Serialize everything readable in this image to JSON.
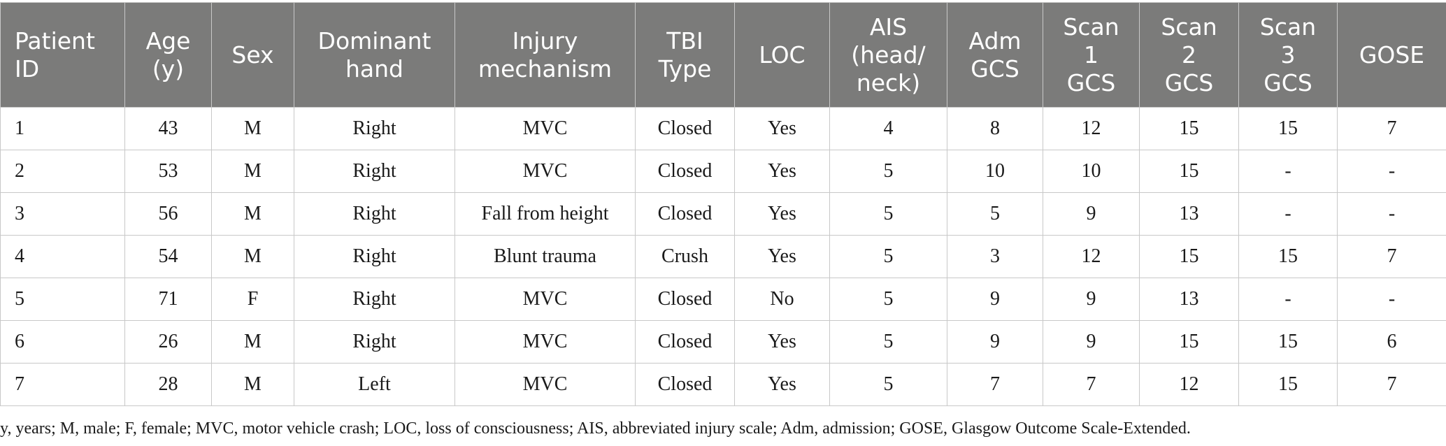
{
  "table": {
    "columns": [
      "Patient\nID",
      "Age\n(y)",
      "Sex",
      "Dominant\nhand",
      "Injury\nmechanism",
      "TBI\nType",
      "LOC",
      "AIS\n(head/\nneck)",
      "Adm\nGCS",
      "Scan\n1\nGCS",
      "Scan\n2\nGCS",
      "Scan\n3\nGCS",
      "GOSE"
    ],
    "rows": [
      [
        "1",
        "43",
        "M",
        "Right",
        "MVC",
        "Closed",
        "Yes",
        "4",
        "8",
        "12",
        "15",
        "15",
        "7"
      ],
      [
        "2",
        "53",
        "M",
        "Right",
        "MVC",
        "Closed",
        "Yes",
        "5",
        "10",
        "10",
        "15",
        "-",
        "-"
      ],
      [
        "3",
        "56",
        "M",
        "Right",
        "Fall from height",
        "Closed",
        "Yes",
        "5",
        "5",
        "9",
        "13",
        "-",
        "-"
      ],
      [
        "4",
        "54",
        "M",
        "Right",
        "Blunt trauma",
        "Crush",
        "Yes",
        "5",
        "3",
        "12",
        "15",
        "15",
        "7"
      ],
      [
        "5",
        "71",
        "F",
        "Right",
        "MVC",
        "Closed",
        "No",
        "5",
        "9",
        "9",
        "13",
        "-",
        "-"
      ],
      [
        "6",
        "26",
        "M",
        "Right",
        "MVC",
        "Closed",
        "Yes",
        "5",
        "9",
        "9",
        "15",
        "15",
        "6"
      ],
      [
        "7",
        "28",
        "M",
        "Left",
        "MVC",
        "Closed",
        "Yes",
        "5",
        "7",
        "7",
        "12",
        "15",
        "7"
      ]
    ]
  },
  "footnote": "y, years; M, male; F, female; MVC, motor vehicle crash; LOC, loss of consciousness; AIS, abbreviated injury scale; Adm, admission; GOSE, Glasgow Outcome Scale-Extended.",
  "colors": {
    "header_bg": "#7b7b7a",
    "header_text": "#ffffff",
    "grid": "#c8c8c8"
  }
}
